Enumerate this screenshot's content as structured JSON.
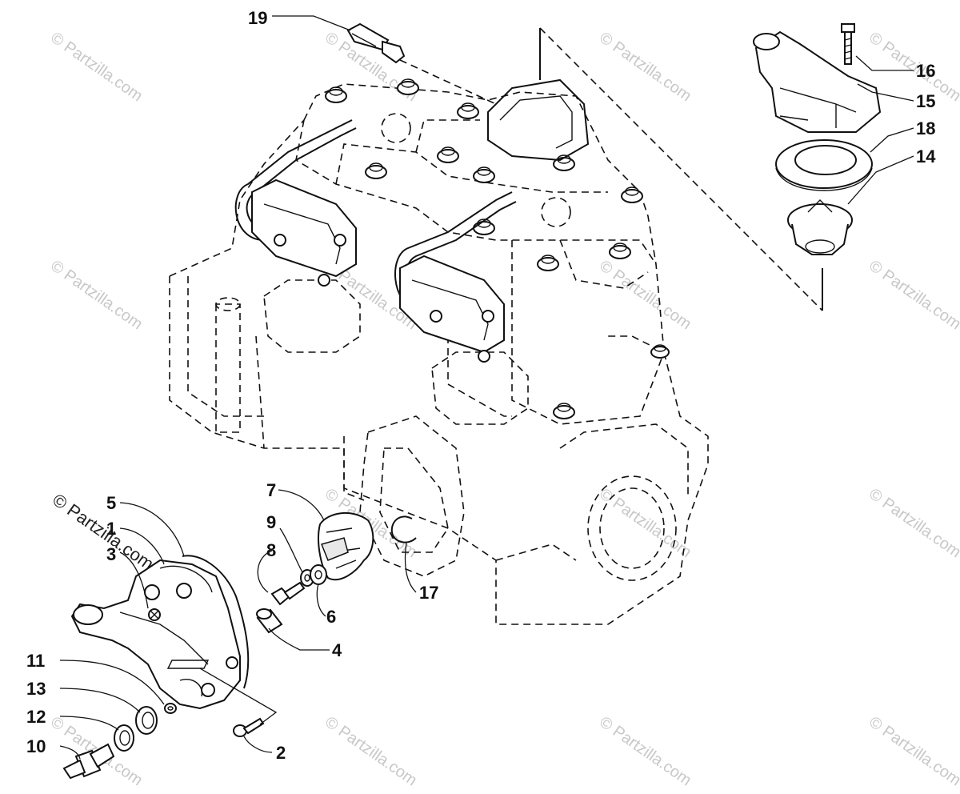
{
  "diagram": {
    "callouts": [
      {
        "id": "19",
        "label": "19"
      },
      {
        "id": "16",
        "label": "16"
      },
      {
        "id": "15",
        "label": "15"
      },
      {
        "id": "18",
        "label": "18"
      },
      {
        "id": "14",
        "label": "14"
      },
      {
        "id": "5",
        "label": "5"
      },
      {
        "id": "1",
        "label": "1"
      },
      {
        "id": "3",
        "label": "3"
      },
      {
        "id": "7",
        "label": "7"
      },
      {
        "id": "9",
        "label": "9"
      },
      {
        "id": "8",
        "label": "8"
      },
      {
        "id": "6",
        "label": "6"
      },
      {
        "id": "4",
        "label": "4"
      },
      {
        "id": "17",
        "label": "17"
      },
      {
        "id": "11",
        "label": "11"
      },
      {
        "id": "13",
        "label": "13"
      },
      {
        "id": "12",
        "label": "12"
      },
      {
        "id": "10",
        "label": "10"
      },
      {
        "id": "2",
        "label": "2"
      }
    ],
    "watermark": "© Partzilla.com",
    "watermark_corner": "© Partzilla.com"
  },
  "colors": {
    "line": "#111111",
    "watermark": "#c8c8c8",
    "background": "#ffffff"
  }
}
